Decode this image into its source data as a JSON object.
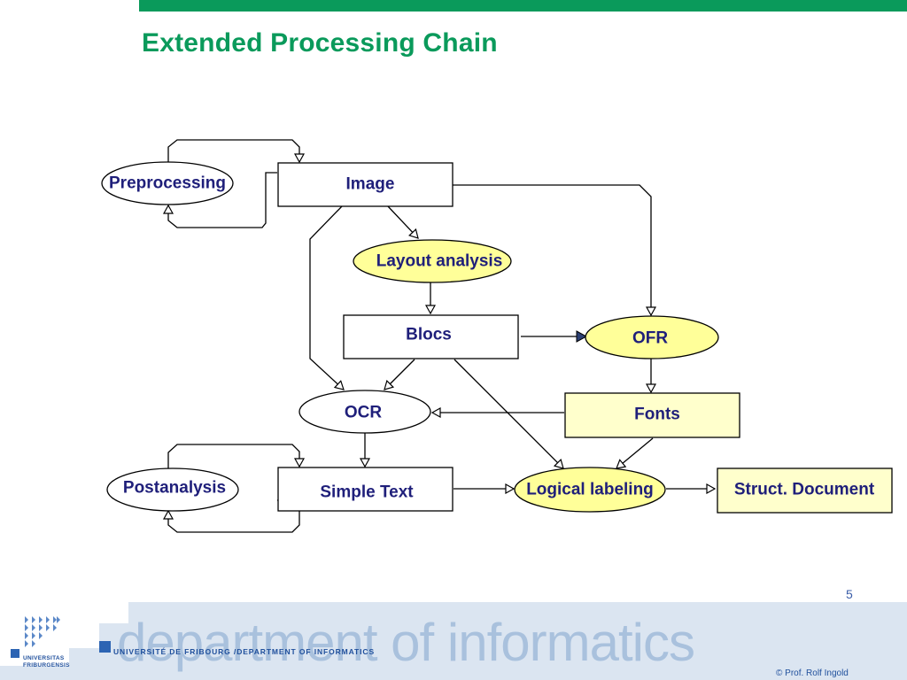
{
  "slide": {
    "title": "Extended Processing Chain",
    "number": "5",
    "copyright": "© Prof. Rolf Ingold"
  },
  "colors": {
    "brand_green": "#0a9a5b",
    "node_text": "#1f1f7a",
    "highlight_fill": "#ffff99",
    "fonts_fill": "#ffffcc",
    "footer_blue": "#1f4f9c"
  },
  "diagram": {
    "nodes": {
      "preprocessing": "Preprocessing",
      "image": "Image",
      "layout_analysis": "Layout analysis",
      "blocs": "Blocs",
      "ofr": "OFR",
      "ocr": "OCR",
      "fonts": "Fonts",
      "postanalysis": "Postanalysis",
      "simple_text": "Simple Text",
      "logical_labeling": "Logical labeling",
      "struct_document": "Struct. Document"
    }
  },
  "footer": {
    "department": "department of informatics",
    "university_line": "UNIVERSITÉ DE FRIBOURG /DEPARTMENT OF INFORMATICS",
    "logo_line1": "UNIVERSITAS",
    "logo_line2": "FRIBURGENSIS"
  }
}
